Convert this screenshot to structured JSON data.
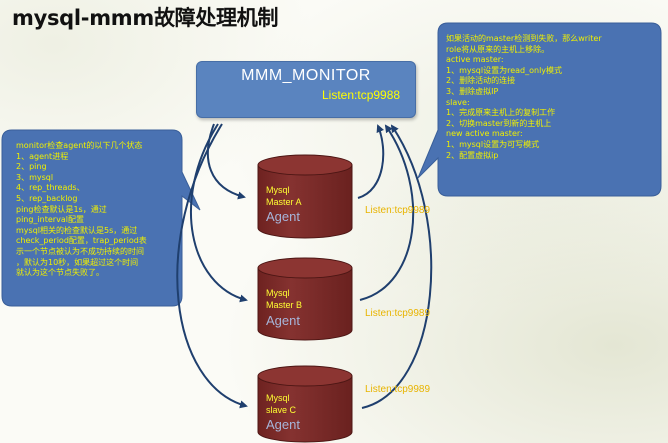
{
  "title": "mysql-mmm故障处理机制",
  "monitor": {
    "name": "MMM_MONITOR",
    "listen": "Listen:tcp9988"
  },
  "nodes": [
    {
      "line1": "Mysql",
      "line2": "Master A",
      "agent": "Agent",
      "listen": "Listen:tcp9989"
    },
    {
      "line1": "Mysql",
      "line2": "Master B",
      "agent": "Agent",
      "listen": "Listen:tcp9989"
    },
    {
      "line1": "Mysql",
      "line2": "slave C",
      "agent": "Agent",
      "listen": "Listen:tcp9989"
    }
  ],
  "left_note": [
    "monitor检查agent的以下几个状态",
    "1、agent进程",
    "2、ping",
    "3、mysql",
    "4、rep_threads、",
    "5、rep_backlog",
    "ping检查默认是1s，通过",
    "ping_interval配置",
    "mysql相关的检查默认是5s，通过",
    "check_period配置，trap_period表",
    "示一个节点被认为不成功持续的时间",
    "，默认为10秒，如果超过这个时间",
    "就认为这个节点失败了。"
  ],
  "right_note": [
    "如果活动的master检测到失败，那么writer",
    "role将从原来的主机上移除。",
    "active master:",
    "1、mysql设置为read_only模式",
    "2、删除活动的连接",
    "3、删除虚拟IP",
    "slave:",
    "1、完成原来主机上的复制工作",
    "2、切换master到新的主机上",
    "new active master:",
    "1、mysql设置为可写模式",
    "2、配置虚拟ip"
  ],
  "colors": {
    "callout_fill": "#4a72b2",
    "monitor_fill": "#5a84bf",
    "db_fill": "#7b2a28",
    "db_top": "#8c3532",
    "note_text": "#f0f000",
    "listen_text": "#e8b400"
  }
}
